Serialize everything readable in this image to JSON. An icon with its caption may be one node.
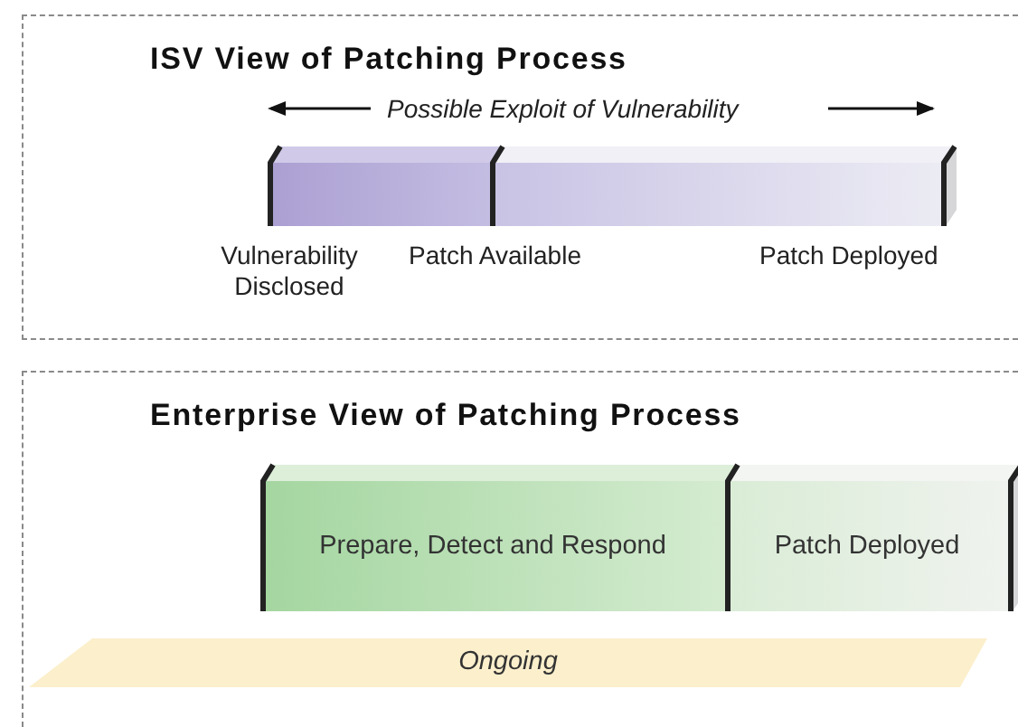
{
  "diagram": {
    "nodes": [
      {
        "text": [
          "ISV View of Patching Process"
        ]
      },
      {
        "text": [],
        "shape": "bar",
        "in": 0
      },
      {
        "text": [],
        "shape": "bar",
        "in": 0
      },
      {
        "text": [
          "Enterprise View of Patching Process"
        ]
      },
      {
        "text": [
          "Prepare, Detect and Respond"
        ],
        "in": 3
      },
      {
        "text": [
          "Patch Deployed"
        ],
        "in": 3
      },
      {
        "text": [
          "Ongoing"
        ],
        "in": 3
      }
    ],
    "labels": [
      "Possible Exploit of Vulnerability",
      "Vulnerability Disclosed",
      "Patch Available",
      "Patch Deployed"
    ]
  }
}
